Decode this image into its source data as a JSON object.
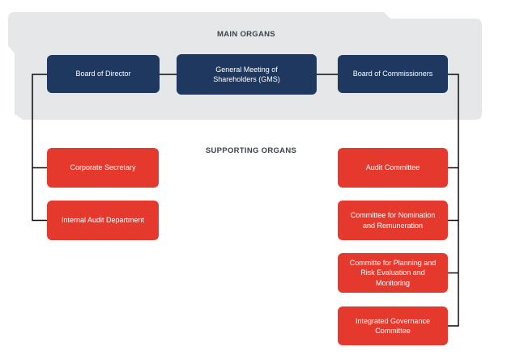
{
  "colors": {
    "banner": "#e6e7e9",
    "navy": "#1e3860",
    "red": "#e6392e",
    "line": "#0a0a0a",
    "heading": "#3d434b"
  },
  "headings": {
    "main_organs": "MAIN ORGANS",
    "supporting_organs": "SUPPORTING ORGANS"
  },
  "main_organs": {
    "boxes": [
      {
        "label": "Board of Director"
      },
      {
        "label": "General Meeting of Shareholders (GMS)"
      },
      {
        "label": "Board of Commissioners"
      }
    ]
  },
  "supporting_organs": {
    "left": [
      {
        "label": "Corporate Secretary"
      },
      {
        "label": "Internal Audit Department"
      }
    ],
    "right": [
      {
        "label": "Audit Committee"
      },
      {
        "label": "Committee for Nomination and Remuneration"
      },
      {
        "label": "Committe for Planning and Risk Evaluation and Monitoring"
      },
      {
        "label": "Integrated Governance Committee"
      }
    ]
  }
}
